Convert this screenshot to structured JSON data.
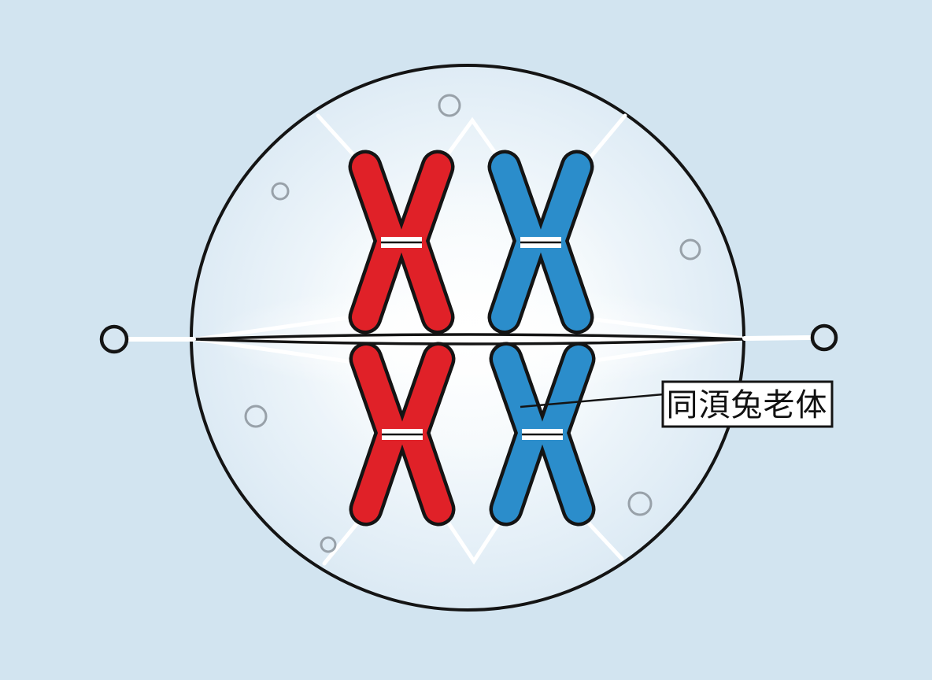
{
  "diagram": {
    "subject": "cell-meiosis-metaphase-homologous-chromosomes",
    "label": {
      "text": "同湏兔老体"
    },
    "colors": {
      "background": "#d2e4f0",
      "cell_fill_center": "#ffffff",
      "cell_fill_edge": "#d9e8f3",
      "membrane_outline": "#141414",
      "chromosome_red": "#e02128",
      "chromosome_blue": "#2b8dcb",
      "centromere_band": "#ffffff",
      "spindle_fiber": "#ffffff",
      "metaphase_plate_fill": "#ffffff",
      "vesicle_outline": "#98a1a9",
      "label_box_fill": "#ffffff",
      "label_box_border": "#141414",
      "pointer_line": "#141414"
    },
    "chromosomes": [
      {
        "id": "upper-red",
        "color": "red"
      },
      {
        "id": "upper-blue",
        "color": "blue"
      },
      {
        "id": "lower-red",
        "color": "red"
      },
      {
        "id": "lower-blue",
        "color": "blue"
      }
    ],
    "centrosomes": 2,
    "vesicles": 6
  }
}
